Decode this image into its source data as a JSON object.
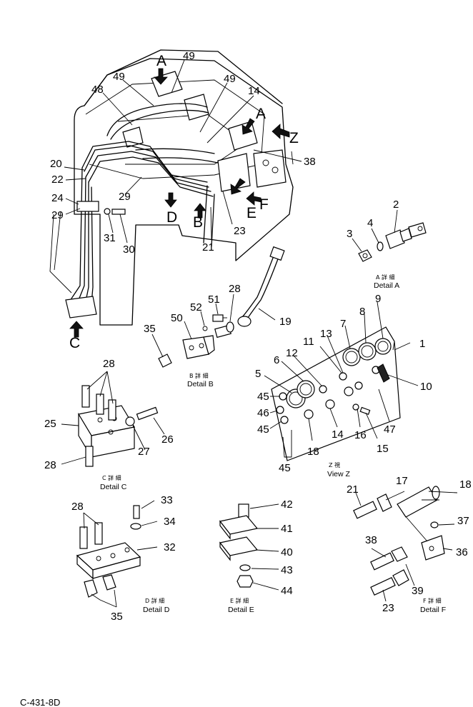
{
  "callouts": {
    "n1": "1",
    "n2": "2",
    "n3": "3",
    "n4": "4",
    "n5": "5",
    "n6": "6",
    "n7": "7",
    "n8": "8",
    "n9": "9",
    "n10": "10",
    "n11": "11",
    "n12": "12",
    "n13": "13",
    "n14a": "14",
    "n14b": "14",
    "n15": "15",
    "n16": "16",
    "n17": "17",
    "n18a": "18",
    "n18b": "18",
    "n19": "19",
    "n20": "20",
    "n21a": "21",
    "n21b": "21",
    "n22": "22",
    "n23a": "23",
    "n23b": "23",
    "n24": "24",
    "n25": "25",
    "n26": "26",
    "n27": "27",
    "n28a": "28",
    "n28b": "28",
    "n28c": "28",
    "n28d": "28",
    "n29a": "29",
    "n29b": "29",
    "n30": "30",
    "n31": "31",
    "n32": "32",
    "n33": "33",
    "n34": "34",
    "n35a": "35",
    "n35b": "35",
    "n36": "36",
    "n37": "37",
    "n38a": "38",
    "n38b": "38",
    "n39": "39",
    "n40": "40",
    "n41": "41",
    "n42": "42",
    "n43": "43",
    "n44": "44",
    "n45a": "45",
    "n45b": "45",
    "n45c": "45",
    "n46": "46",
    "n47": "47",
    "n48": "48",
    "n49a": "49",
    "n49b": "49",
    "n49c": "49",
    "n50": "50",
    "n51": "51",
    "n52": "52"
  },
  "view_letters": {
    "a1": "A",
    "a2": "A",
    "b": "B",
    "c": "C",
    "d": "D",
    "e": "E",
    "f": "F",
    "z": "Z"
  },
  "details": {
    "a": {
      "cjk": "A 詳 細",
      "label": "Detail A"
    },
    "b": {
      "cjk": "B 詳 細",
      "label": "Detail B"
    },
    "c": {
      "cjk": "C 詳 細",
      "label": "Detail C"
    },
    "d": {
      "cjk": "D 詳 細",
      "label": "Detail D"
    },
    "e": {
      "cjk": "E 詳 細",
      "label": "Detail E"
    },
    "f": {
      "cjk": "F 詳 細",
      "label": "Detail F"
    },
    "z": {
      "cjk": "Z 視",
      "label": "View Z"
    }
  },
  "footer_code": "C-431-8D"
}
